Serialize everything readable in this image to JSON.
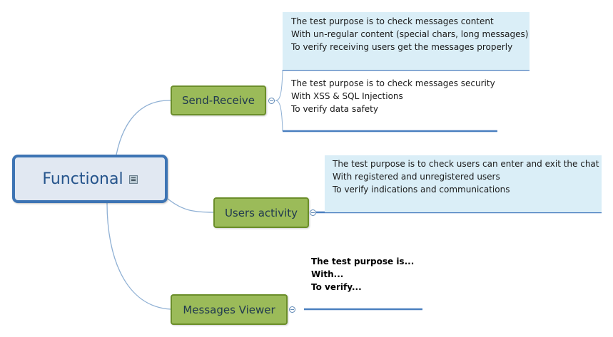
{
  "central": {
    "title": "Functional",
    "note_icon": "note-icon"
  },
  "topics": [
    {
      "label": "Send-Receive"
    },
    {
      "label": "Users activity"
    },
    {
      "label": "Messages Viewer"
    }
  ],
  "notes": [
    {
      "lines": [
        "The test purpose is to check messages content",
        "With un-regular content (special chars, long messages)",
        "To verify receiving users get the messages properly"
      ]
    },
    {
      "lines": [
        "The test purpose is to check messages security",
        "With XSS & SQL Injections",
        "To verify data safety"
      ]
    },
    {
      "lines": [
        "The test purpose is to check users can enter and exit the chat",
        "With registered and unregistered users",
        "To verify indications and communications"
      ]
    },
    {
      "lines": [
        "The test purpose is...",
        "With...",
        "To verify..."
      ]
    }
  ],
  "colors": {
    "central_border": "#3d74b4",
    "central_fill": "#e1e8f2",
    "topic_fill": "#9bbb59",
    "topic_border": "#6b8e2a",
    "note_fill": "#daeef7",
    "connector": "#4a7fbf"
  }
}
